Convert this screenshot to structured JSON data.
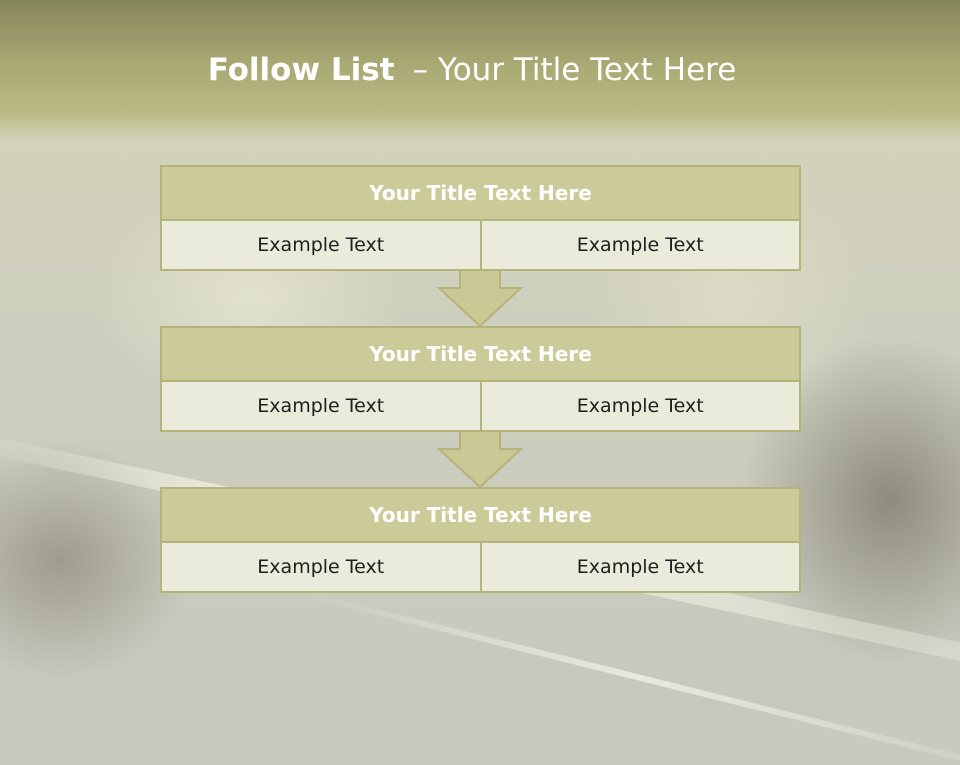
{
  "slide": {
    "title_bold": "Follow List",
    "title_rest": "– Your Title Text Here"
  },
  "blocks": [
    {
      "title": "Your Title Text Here",
      "left": "Example Text",
      "right": "Example Text"
    },
    {
      "title": "Your Title Text Here",
      "left": "Example Text",
      "right": "Example Text"
    },
    {
      "title": "Your Title Text Here",
      "left": "Example Text",
      "right": "Example Text"
    }
  ],
  "colors": {
    "header": "#a8a873",
    "block_title_fill": "#cbcb9a",
    "block_border": "#b3b37a",
    "cell_fill": "#ebebdc",
    "arrow_fill": "#c9c996"
  }
}
